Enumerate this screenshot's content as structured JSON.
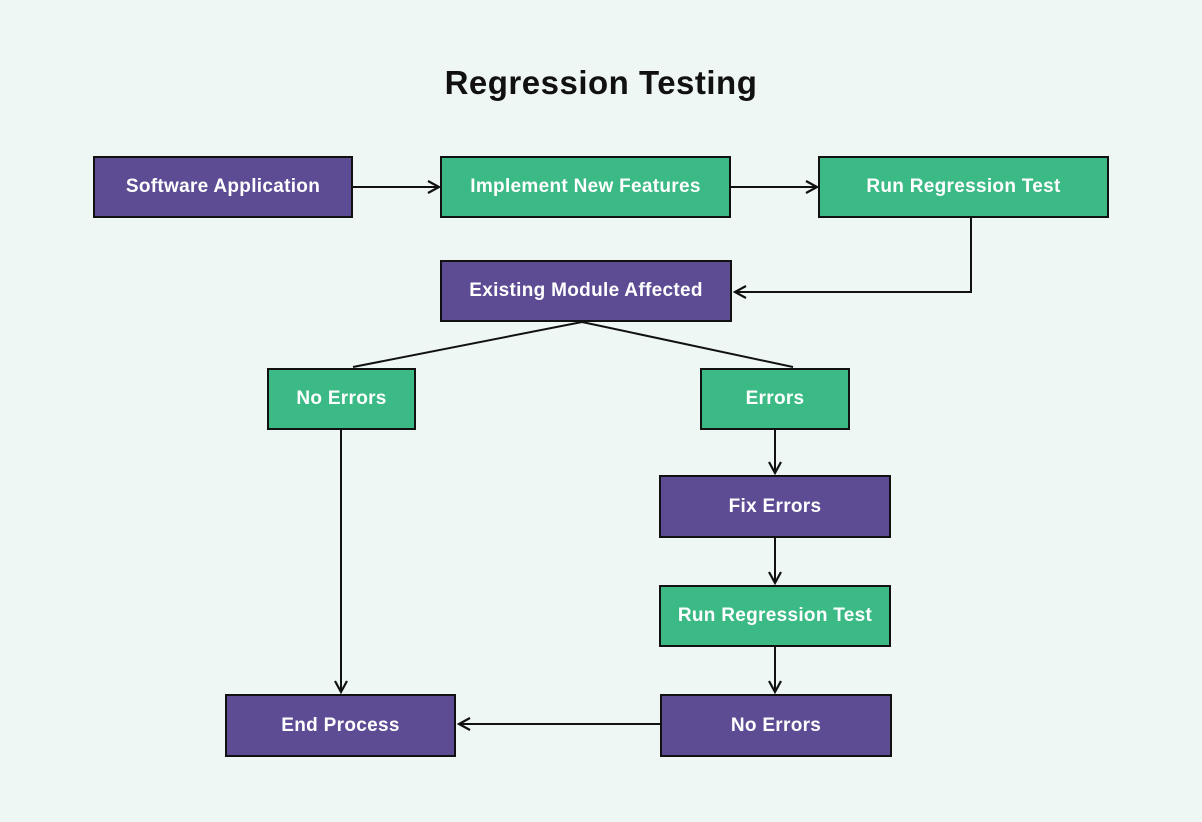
{
  "title": "Regression Testing",
  "colors": {
    "purple": "#5d4b94",
    "green": "#3cba85",
    "background": "#eef7f3",
    "line": "#111111",
    "node_text": "#ffffff",
    "title_text": "#111111"
  },
  "nodes": {
    "software_application": {
      "label": "Software Application",
      "color": "purple"
    },
    "implement_new_features": {
      "label": "Implement New Features",
      "color": "green"
    },
    "run_regression_top": {
      "label": "Run Regression Test",
      "color": "green"
    },
    "existing_module": {
      "label": "Existing Module Affected",
      "color": "purple"
    },
    "no_errors_left": {
      "label": "No Errors",
      "color": "green"
    },
    "errors": {
      "label": "Errors",
      "color": "green"
    },
    "fix_errors": {
      "label": "Fix Errors",
      "color": "purple"
    },
    "run_regression_bottom": {
      "label": "Run Regression Test",
      "color": "green"
    },
    "no_errors_right": {
      "label": "No Errors",
      "color": "purple"
    },
    "end_process": {
      "label": "End Process",
      "color": "purple"
    }
  },
  "edges": [
    {
      "from": "software_application",
      "to": "implement_new_features",
      "arrowhead": true
    },
    {
      "from": "implement_new_features",
      "to": "run_regression_top",
      "arrowhead": true
    },
    {
      "from": "run_regression_top",
      "to": "existing_module",
      "arrowhead": true
    },
    {
      "from": "existing_module",
      "to": "no_errors_left",
      "arrowhead": false
    },
    {
      "from": "existing_module",
      "to": "errors",
      "arrowhead": false
    },
    {
      "from": "errors",
      "to": "fix_errors",
      "arrowhead": true
    },
    {
      "from": "fix_errors",
      "to": "run_regression_bottom",
      "arrowhead": true
    },
    {
      "from": "run_regression_bottom",
      "to": "no_errors_right",
      "arrowhead": true
    },
    {
      "from": "no_errors_right",
      "to": "end_process",
      "arrowhead": true
    },
    {
      "from": "no_errors_left",
      "to": "end_process",
      "arrowhead": true
    }
  ]
}
